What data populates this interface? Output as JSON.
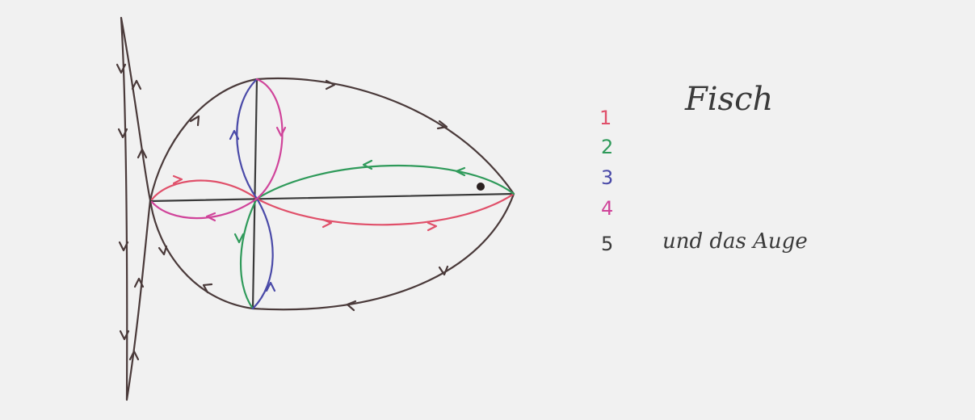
{
  "title": "Fisch",
  "legend": [
    {
      "number": "1",
      "color": "#e0506a"
    },
    {
      "number": "2",
      "color": "#2f9a5a"
    },
    {
      "number": "3",
      "color": "#4a4aa8"
    },
    {
      "number": "4",
      "color": "#d0449a"
    },
    {
      "number": "5",
      "color": "#3a3a3a"
    }
  ],
  "legend_caption": "und das Auge",
  "colors": {
    "stroke_1": "#e0506a",
    "stroke_2": "#2f9a5a",
    "stroke_3": "#4a4aa8",
    "stroke_4": "#d0449a",
    "stroke_5": "#4a3a3a",
    "paper": "#f1f1f1"
  }
}
